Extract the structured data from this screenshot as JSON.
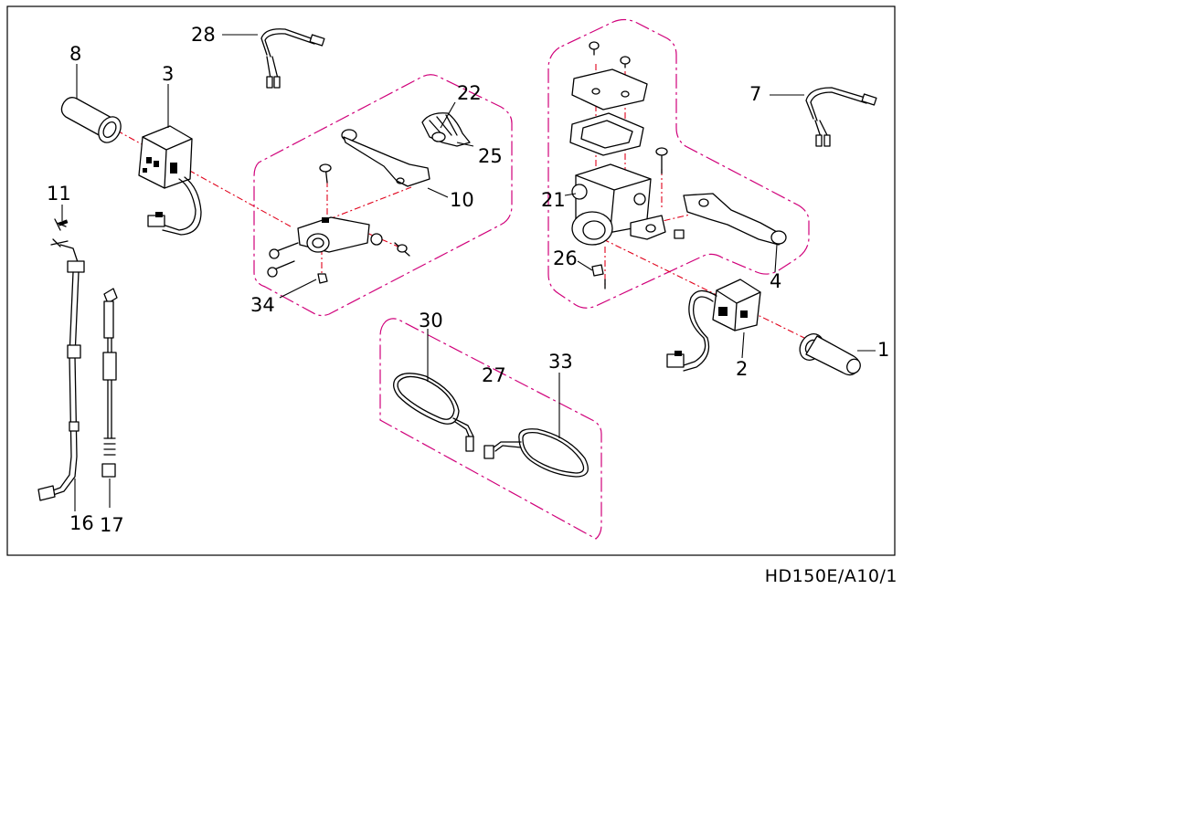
{
  "drawing": {
    "caption": "HD150E/A10/1",
    "callouts": {
      "c1": "1",
      "c2": "2",
      "c3": "3",
      "c4": "4",
      "c7": "7",
      "c8": "8",
      "c10": "10",
      "c11": "11",
      "c16": "16",
      "c17": "17",
      "c21": "21",
      "c22": "22",
      "c25": "25",
      "c26": "26",
      "c27": "27",
      "c28": "28",
      "c30": "30",
      "c33": "33",
      "c34": "34"
    },
    "colors": {
      "outline": "#000000",
      "group_frame": "#d0007a",
      "axis_line": "#e0001a"
    }
  }
}
